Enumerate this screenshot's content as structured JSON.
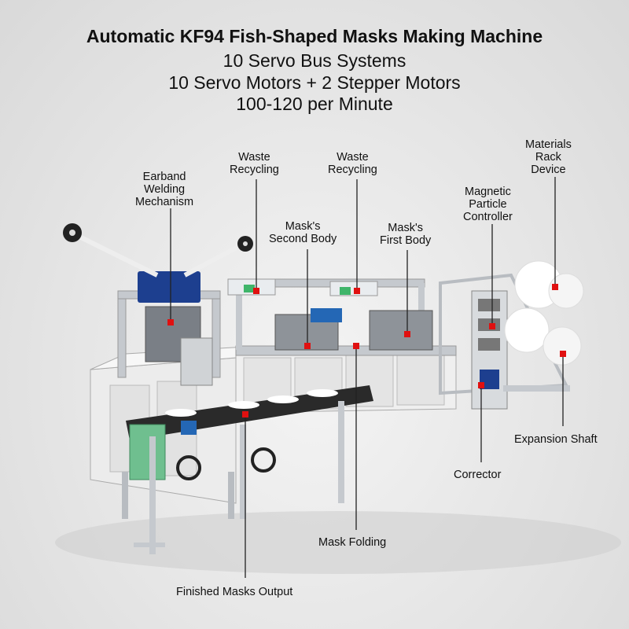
{
  "title": {
    "main": "Automatic KF94 Fish-Shaped Masks Making Machine",
    "line1": "10 Servo Bus Systems",
    "line2": "10 Servo Motors + 2 Stepper Motors",
    "line3": "100-120 per Minute"
  },
  "labels": {
    "earband": [
      "Earband",
      "Welding",
      "Mechanism"
    ],
    "waste1": [
      "Waste",
      "Recycling"
    ],
    "waste2": [
      "Waste",
      "Recycling"
    ],
    "materials": [
      "Materials",
      "Rack",
      "Device"
    ],
    "magnetic": [
      "Magnetic",
      "Particle",
      "Controller"
    ],
    "second_body": [
      "Mask's",
      "Second Body"
    ],
    "first_body": [
      "Mask's",
      "First Body"
    ],
    "expansion": [
      "Expansion Shaft"
    ],
    "corrector": [
      "Corrector"
    ],
    "folding": [
      "Mask Folding"
    ],
    "output": [
      "Finished Masks Output"
    ]
  },
  "colors": {
    "frame": "#c9ccd0",
    "cabinet": "#eeeeee",
    "conveyor": "#2a2a2a",
    "motor": "#1d3f8f",
    "marker": "#e01010",
    "leader": "#222222",
    "green_box": "#6fbf8f"
  }
}
